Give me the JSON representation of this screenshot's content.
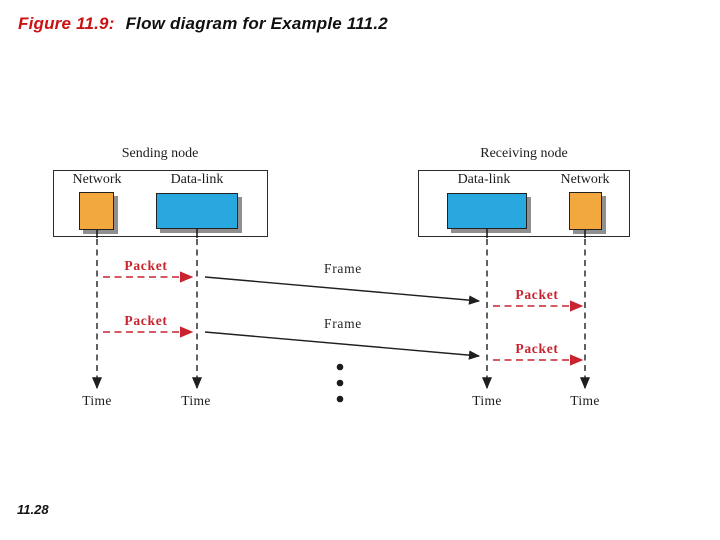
{
  "title": {
    "figure_label": "Figure 11.9:",
    "caption": "Flow diagram for Example 111.2"
  },
  "diagram": {
    "sending_node": {
      "title": "Sending node",
      "network_label": "Network",
      "datalink_label": "Data-link"
    },
    "receiving_node": {
      "title": "Receiving node",
      "datalink_label": "Data-link",
      "network_label": "Network"
    },
    "messages": {
      "packet_left_1": "Packet",
      "packet_left_2": "Packet",
      "frame_1": "Frame",
      "frame_2": "Frame",
      "packet_right_1": "Packet",
      "packet_right_2": "Packet"
    },
    "time_labels": [
      "Time",
      "Time",
      "Time",
      "Time"
    ],
    "ellipsis": "continuation-dots"
  },
  "footer": {
    "page_number": "11.28"
  },
  "colors": {
    "title_red": "#cc1111",
    "packet_red": "#c8232e",
    "network_orange": "#f2a83e",
    "datalink_blue": "#29a8e0"
  }
}
